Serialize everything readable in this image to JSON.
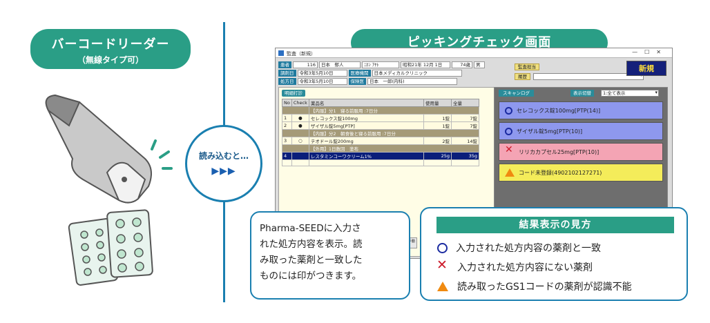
{
  "left_header": {
    "title": "バーコードリーダー",
    "subtitle": "（無線タイプ可）"
  },
  "right_header": {
    "title": "ピッキングチェック画面"
  },
  "read_circle": {
    "text": "読み込むと…",
    "arrows": "▶▶▶"
  },
  "app": {
    "window_title": "監査（新規）",
    "patient": {
      "label_patient": "患者",
      "patient_id": "116",
      "patient_name": "日本　郁人",
      "patient_kana": "ﾆﾎﾝ ｱﾔﾄ",
      "birth_date": "昭和21年 12月 1日",
      "age": "74歳",
      "sex": "男",
      "label_visit": "調剤日",
      "visit_date": "令和3年5月10日",
      "label_clinic": "医療機関",
      "clinic": "日本メディカルクリニック",
      "label_rx": "処方日",
      "rx_date": "令和3年5月10日",
      "label_dept": "保険医",
      "dept": "日本　一郎(内科)"
    },
    "audit_label": "監査担当",
    "history_label": "履歴",
    "new_button": "新規",
    "left_tab": "明細打診",
    "table": {
      "headers": [
        "No",
        "Check",
        "薬品名",
        "使用量",
        "全量"
      ],
      "rows": [
        {
          "type": "group",
          "no": "",
          "check": "",
          "name": "【内服】分1　寝る前服用 :7日分",
          "qty": "",
          "total": ""
        },
        {
          "type": "drug",
          "no": "1",
          "check": "●",
          "name": "セレコックス錠100mg",
          "qty": "1錠",
          "total": "7錠"
        },
        {
          "type": "drug",
          "no": "2",
          "check": "●",
          "name": "ザイザル錠5mg[PTP]",
          "qty": "1錠",
          "total": "7錠"
        },
        {
          "type": "group",
          "no": "",
          "check": "",
          "name": "【内服】分2　朝食後と寝る前服用 :7日分",
          "qty": "",
          "total": ""
        },
        {
          "type": "drug",
          "no": "3",
          "check": "○",
          "name": "テオドール錠200mg",
          "qty": "2錠",
          "total": "14錠"
        },
        {
          "type": "group",
          "no": "",
          "check": "",
          "name": "【外用】1日数回　塗布",
          "qty": "",
          "total": ""
        },
        {
          "type": "sel",
          "no": "4",
          "check": "",
          "name": "レスタミンコーワクリーム1%",
          "qty": "25g",
          "total": "35g"
        }
      ]
    },
    "scan_tab": "スキャンログ",
    "display_label": "表示切替",
    "display_value": "1:全て表示",
    "scan_items": [
      {
        "mark": "ok",
        "text": "セレコックス錠100mg[PTP(14)]",
        "color": "#8e98ee"
      },
      {
        "mark": "ok",
        "text": "ザイザル錠5mg[PTP(10)]",
        "color": "#8e98ee"
      },
      {
        "mark": "ng",
        "text": "リリカカプセル25mg[PTP(10)]",
        "color": "#f4a4b4"
      },
      {
        "mark": "tri",
        "text": "コード未登録(4902102127271)",
        "color": "#f4ec5a"
      }
    ]
  },
  "small_icon": "手動",
  "callout_left": {
    "lines": [
      "Pharma-SEEDに入力さ",
      "れた処方内容を表示。読",
      "み取った薬剤と一致した",
      "ものには印がつきます。"
    ]
  },
  "legend": {
    "title": "結果表示の見方",
    "items": [
      {
        "mark": "ok",
        "text": "入力された処方内容の薬剤と一致"
      },
      {
        "mark": "ng",
        "text": "入力された処方内容にない薬剤"
      },
      {
        "mark": "tri",
        "text": "読み取ったGS1コードの薬剤が認識不能"
      }
    ]
  }
}
